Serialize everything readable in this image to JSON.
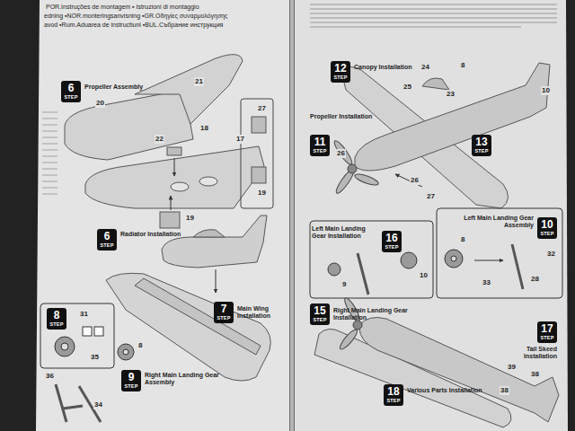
{
  "diagram": {
    "nodes": [
      {
        "text": [
          "6",
          "STEP",
          "Propeller Assembly"
        ]
      },
      {
        "text": [
          "6",
          "STEP",
          "Radiator Installation"
        ]
      },
      {
        "text": [
          "7",
          "STEP",
          "Main Wing Installation"
        ]
      },
      {
        "text": [
          "8",
          "STEP"
        ]
      },
      {
        "text": [
          "9",
          "STEP",
          "Right Main Landing Gear Assembly"
        ]
      },
      {
        "text": [
          "12",
          "STEP",
          "Canopy Installation"
        ]
      },
      {
        "text": [
          "11",
          "STEP",
          "Propeller Installation"
        ]
      },
      {
        "text": [
          "13",
          "STEP"
        ]
      },
      {
        "text": [
          "16",
          "STEP",
          "Left Main Landing Gear Installation"
        ]
      },
      {
        "text": [
          "10",
          "STEP",
          "Left Main Landing Gear Assembly"
        ]
      },
      {
        "text": [
          "15",
          "STEP",
          "Right Main Landing Gear Installation"
        ]
      },
      {
        "text": [
          "17",
          "STEP",
          "Tail Skeed Installation"
        ]
      },
      {
        "text": [
          "18",
          "STEP",
          "Various Parts Installation"
        ]
      }
    ],
    "labels": [
      "POR.Instruções de montagem ▪ Istruzioni di montaggio",
      "edning ▪NOR.monteringsanvisning ▪GR.Οδηγίες συναρμολόγησης",
      "avod ▪Rum.Aduarea de instructiuni ▪BUL.Събрание инструкция",
      "21",
      "20",
      "18",
      "22",
      "17",
      "19",
      "27",
      "19",
      "31",
      "8",
      "35",
      "36",
      "34",
      "25",
      "24",
      "23",
      "8",
      "10",
      "26",
      "26",
      "27",
      "10",
      "9",
      "8",
      "32",
      "33",
      "28",
      "38",
      "39",
      "38"
    ]
  }
}
